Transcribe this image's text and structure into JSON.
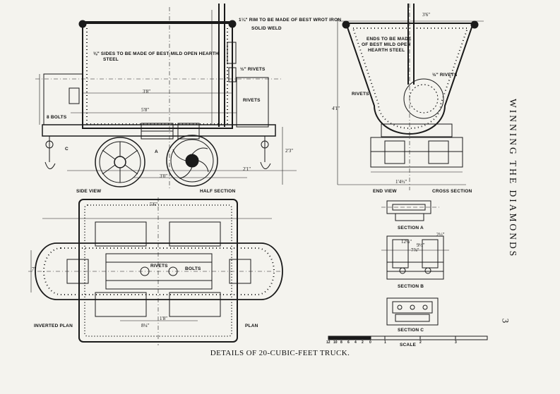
{
  "page": {
    "caption": "DETAILS OF 20-CUBIC-FEET TRUCK.",
    "running_title": "WINNING THE DIAMONDS",
    "page_number": "3"
  },
  "view_labels": {
    "side_view": "SIDE VIEW",
    "half_section": "HALF SECTION",
    "end_view": "END VIEW",
    "cross_section": "CROSS SECTION",
    "inverted_plan": "INVERTED PLAN",
    "plan": "PLAN",
    "section_a": "SECTION A",
    "section_b": "SECTION B",
    "section_c": "SECTION C",
    "scale": "SCALE"
  },
  "notes": {
    "rim": "1¼\" RIM TO BE MADE OF BEST WROT IRON",
    "solid_weld": "SOLID WELD",
    "sides": "⅛\" SIDES TO BE MADE OF BEST MILD OPEN HEARTH",
    "steel": "STEEL",
    "ends_1": "ENDS TO BE MADE",
    "ends_2": "OF BEST MILD OPEN",
    "ends_3": "HEARTH STEEL",
    "rivets_a": "½\" RIVETS",
    "rivets_b": "RIVETS",
    "rivets_c": "½\" RIVETS",
    "rivets_d": "RIVETS",
    "bolts_side": "8 BOLTS",
    "bolts_plan": "BOLTS",
    "rivets_plan": "RIVETS",
    "letter_c": "C",
    "letter_a": "A"
  },
  "dimensions": {
    "d_5_6": "5'6\"",
    "d_3_6": "3'6\"",
    "d_3_8": "3'8\"",
    "d_2_1": "2'1\"",
    "d_3_0": "3'0\"",
    "d_4_1": "4'1\"",
    "d_1_4": "1'4½\"",
    "d_2_3": "2'3\"",
    "d_7": "7\"",
    "d_5_8": "5'8\"",
    "d_1_8": "1'8\"",
    "d_9_5": "9½\"",
    "d_12_5": "12½\"",
    "d_7_8": "7⅞\"",
    "d_8_5": "8¼\"",
    "d_2_5": "2½\""
  },
  "scale_ticks": [
    "12",
    "10",
    "8",
    "6",
    "4",
    "2",
    "0",
    "1",
    "2",
    "3"
  ],
  "colors": {
    "paper": "#f4f3ee",
    "ink": "#1a1a1a"
  }
}
